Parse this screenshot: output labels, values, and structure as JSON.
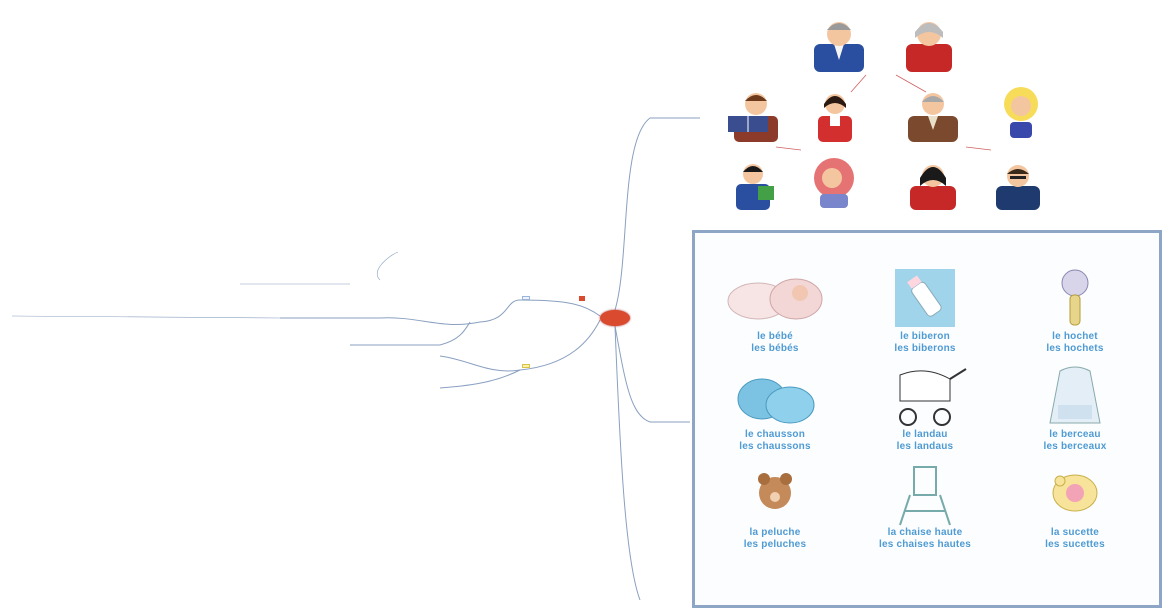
{
  "center_node": {
    "label": ""
  },
  "branches": {
    "famille": {
      "label": ""
    },
    "bebe": {
      "label": ""
    },
    "left_upper": {
      "label": ""
    },
    "left_yellow": {
      "label": ""
    }
  },
  "left_nodes": [
    "",
    "",
    "",
    "",
    "",
    "",
    "",
    "",
    "",
    "",
    "",
    "",
    "",
    "",
    "",
    "",
    "",
    "",
    "",
    "",
    ""
  ],
  "family": {
    "people": [
      {
        "id": "grandpere",
        "label": ""
      },
      {
        "id": "grandmere",
        "label": ""
      },
      {
        "id": "pere",
        "label": ""
      },
      {
        "id": "mere",
        "label": ""
      },
      {
        "id": "oncle",
        "label": ""
      },
      {
        "id": "tante",
        "label": ""
      },
      {
        "id": "fils",
        "label": ""
      },
      {
        "id": "fille",
        "label": ""
      },
      {
        "id": "cousine",
        "label": ""
      },
      {
        "id": "cousin",
        "label": ""
      }
    ]
  },
  "baby_items": [
    {
      "line1": "le bébé",
      "line2": "les bébés",
      "icon": "baby-icon"
    },
    {
      "line1": "le biberon",
      "line2": "les biberons",
      "icon": "bottle-icon"
    },
    {
      "line1": "le hochet",
      "line2": "les hochets",
      "icon": "rattle-icon"
    },
    {
      "line1": "le chausson",
      "line2": "les chaussons",
      "icon": "booties-icon"
    },
    {
      "line1": "le landau",
      "line2": "les landaus",
      "icon": "stroller-icon"
    },
    {
      "line1": "le berceau",
      "line2": "les berceaux",
      "icon": "cradle-icon"
    },
    {
      "line1": "la peluche",
      "line2": "les peluches",
      "icon": "teddy-icon"
    },
    {
      "line1": "la chaise haute",
      "line2": "les chaises hautes",
      "icon": "highchair-icon"
    },
    {
      "line1": "la sucette",
      "line2": "les sucettes",
      "icon": "pacifier-icon"
    }
  ],
  "colors": {
    "center": "#d94a2f",
    "panel_border": "#8ea6c6",
    "caption": "#4f9bd2",
    "branch_line": "#8aa0c0"
  }
}
